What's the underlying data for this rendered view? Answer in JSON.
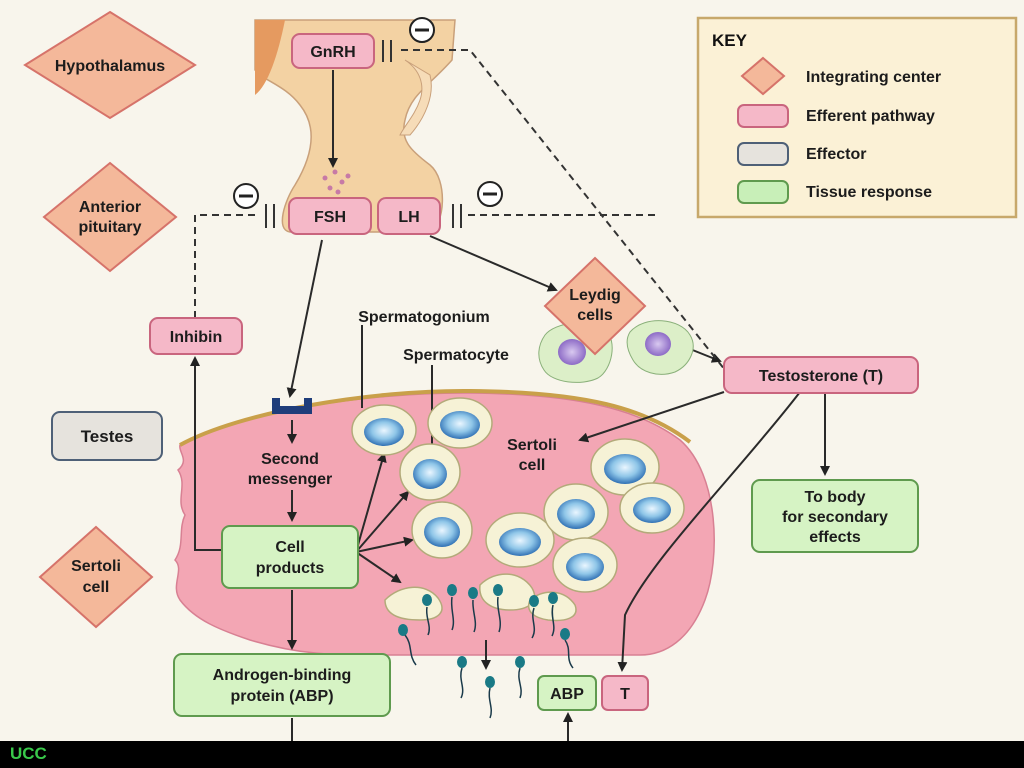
{
  "diagram": {
    "nodes": {
      "hypothalamus": "Hypothalamus",
      "anterior_pituitary": [
        "Anterior",
        "pituitary"
      ],
      "testes": "Testes",
      "sertoli_cell_side": [
        "Sertoli",
        "cell"
      ],
      "gnrh": "GnRH",
      "fsh": "FSH",
      "lh": "LH",
      "inhibin": "Inhibin",
      "leydig": [
        "Leydig",
        "cells"
      ],
      "testosterone": "Testosterone (T)",
      "spermatogonium": "Spermatogonium",
      "spermatocyte": "Spermatocyte",
      "sertoli_cell_inner": [
        "Sertoli",
        "cell"
      ],
      "second_messenger": [
        "Second",
        "messenger"
      ],
      "cell_products": [
        "Cell",
        "products"
      ],
      "to_body": [
        "To body",
        "for secondary",
        "effects"
      ],
      "abp_protein": [
        "Androgen-binding",
        "protein (ABP)"
      ],
      "abp": "ABP",
      "t": "T",
      "minus": "⊖"
    },
    "key": {
      "title": "KEY",
      "items": [
        {
          "label": "Integrating center",
          "shape": "diamond",
          "color": "#f4b89a"
        },
        {
          "label": "Efferent pathway",
          "shape": "rect",
          "color": "#f5b8c8"
        },
        {
          "label": "Effector",
          "shape": "rect",
          "color": "#e6e3dd"
        },
        {
          "label": "Tissue response",
          "shape": "rect",
          "color": "#c8efb8"
        }
      ]
    }
  },
  "footer": {
    "tag": "UCC"
  },
  "colors": {
    "diamond_fill": "#f4b89a",
    "diamond_stroke": "#d6736a",
    "pink_fill": "#f5b8c8",
    "pink_stroke": "#c9657e",
    "green_fill": "#d6f3c4",
    "green_stroke": "#5f9a4e",
    "gray_fill": "#e6e3dd",
    "testes_tissue": "#f3a6b4",
    "brain": "#f3d2a3"
  }
}
